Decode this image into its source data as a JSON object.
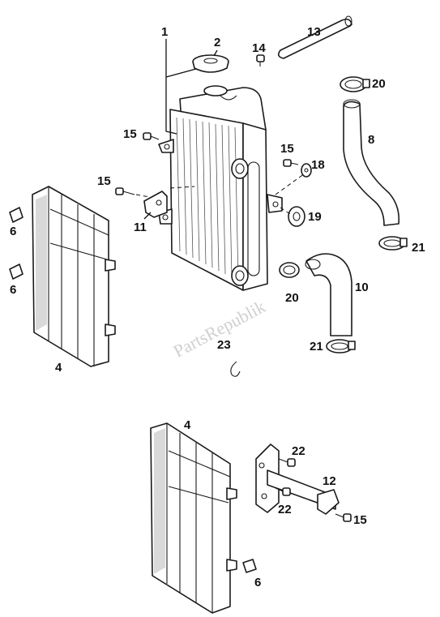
{
  "watermark": "PartsRepublik",
  "callouts": {
    "c1": "1",
    "c2": "2",
    "c4a": "4",
    "c4b": "4",
    "c6a": "6",
    "c6b": "6",
    "c6c": "6",
    "c8": "8",
    "c10": "10",
    "c11": "11",
    "c12": "12",
    "c13": "13",
    "c14": "14",
    "c15a": "15",
    "c15b": "15",
    "c15c": "15",
    "c15d": "15",
    "c18": "18",
    "c19": "19",
    "c20a": "20",
    "c20b": "20",
    "c21a": "21",
    "c21b": "21",
    "c22a": "22",
    "c22b": "22",
    "c23": "23"
  }
}
